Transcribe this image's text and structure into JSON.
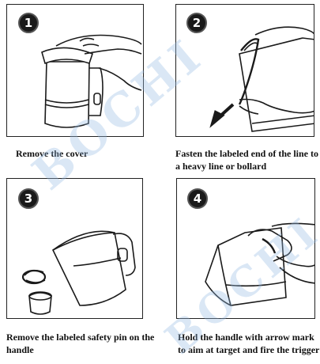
{
  "steps": [
    {
      "number": "1",
      "caption": "Remove the cover"
    },
    {
      "number": "2",
      "caption": "Fasten the labeled end of the line to a heavy line or bollard"
    },
    {
      "number": "3",
      "caption": "Remove the labeled safety pin on the handle"
    },
    {
      "number": "4",
      "caption": "Hold the handle with arrow mark to aim at target and fire the trigger"
    }
  ],
  "watermark": {
    "text": "BOCHI",
    "color": "#96b9e1"
  },
  "colors": {
    "gear": "#f5c89a",
    "line": "#1a1a1a"
  }
}
